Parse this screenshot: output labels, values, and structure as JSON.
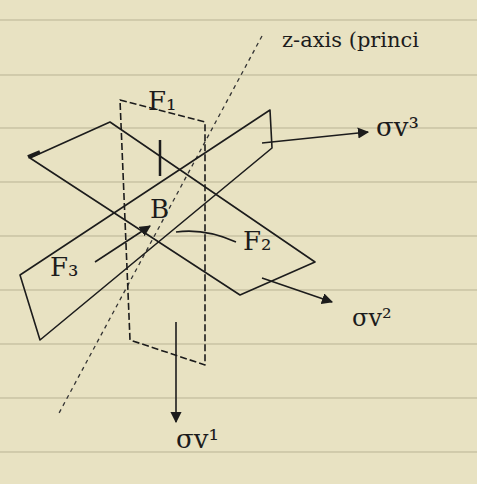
{
  "diagram": {
    "labels": [
      "z-axis (princi",
      "F₁",
      "B",
      "F₂",
      "F₃",
      "σv³",
      "σv²",
      "σv¹"
    ]
  }
}
